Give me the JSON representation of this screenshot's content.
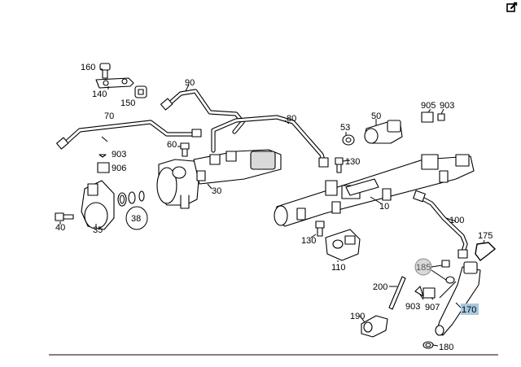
{
  "callouts": {
    "p160": "160",
    "p140": "140",
    "p150": "150",
    "p90": "90",
    "p70": "70",
    "p80": "80",
    "p53": "53",
    "p50": "50",
    "p905": "905",
    "p903a": "903",
    "p60": "60",
    "p903b": "903",
    "p906": "906",
    "p130a": "130",
    "p30": "30",
    "p10": "10",
    "p38": "38",
    "p40": "40",
    "p35": "35",
    "p100": "100",
    "p175": "175",
    "p130b": "130",
    "p110": "110",
    "p185": "185",
    "p200": "200",
    "p903c": "903",
    "p907": "907",
    "p170": "170",
    "p190": "190",
    "p180": "180"
  },
  "highlight_color": "#a9c8e0",
  "icons": {
    "edit": "edit-external-icon"
  }
}
